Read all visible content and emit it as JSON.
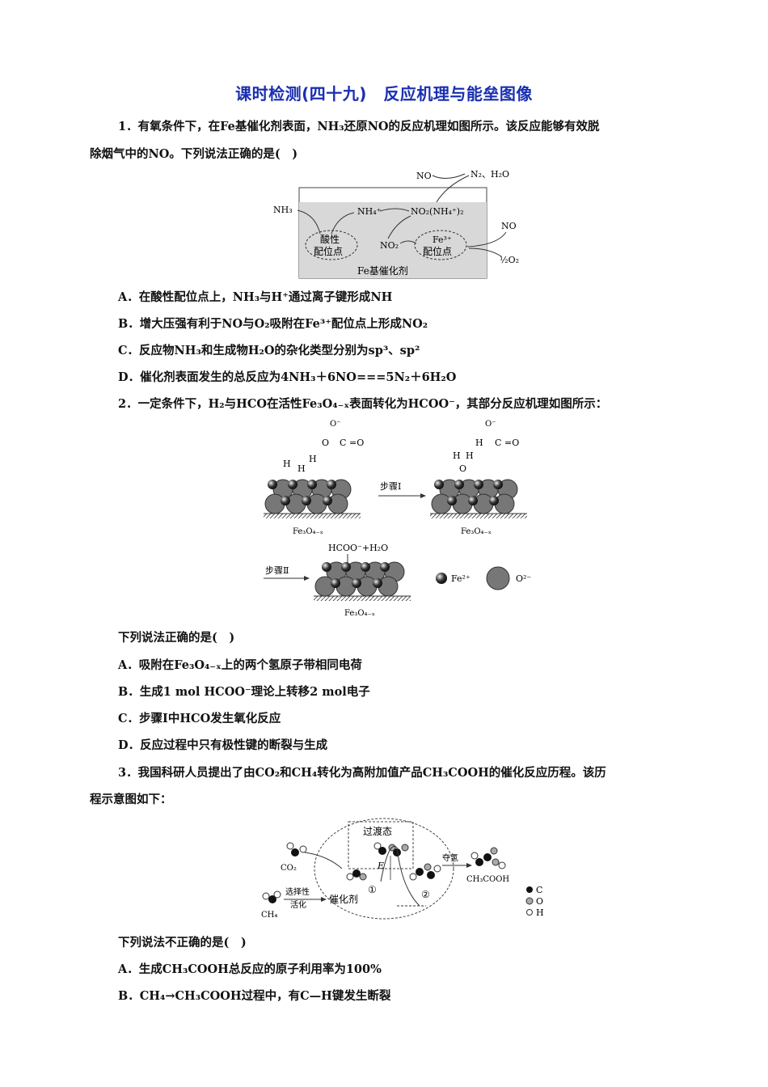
{
  "title": "课时检测(四十九)　反应机理与能垒图像",
  "q1": {
    "stem_line1": "1．有氧条件下，在Fe基催化剂表面，NH₃还原NO的反应机理如图所示。该反应能够有效脱",
    "stem_line2": "除烟气中的NO。下列说法正确的是(　)",
    "options": [
      "A．在酸性配位点上，NH₃与H⁺通过离子键形成NH",
      "B．增大压强有利于NO与O₂吸附在Fe³⁺配位点上形成NO₂",
      "C．反应物NH₃和生成物H₂O的杂化类型分别为sp³、sp²",
      "D．催化剂表面发生的总反应为4NH₃＋6NO===5N₂＋6H₂O"
    ],
    "figure": {
      "no_top": "NO",
      "products": "N₂、H₂O",
      "nh3": "NH₃",
      "nh4": "NH₄⁺",
      "no2_nh4": "NO₂(NH₄⁺)₂",
      "acid_site_1": "酸性",
      "acid_site_2": "配位点",
      "no2": "NO₂",
      "fe_site_1": "Fe³⁺",
      "fe_site_2": "配位点",
      "no_right": "NO",
      "o2_half": "½O₂",
      "catalyst": "Fe基催化剂"
    }
  },
  "q2": {
    "stem": "2．一定条件下，H₂与HCO在活性Fe₃O₄₋ₓ表面转化为HCOO⁻，其部分反应机理如图所示：",
    "question": "下列说法正确的是(　)",
    "options": [
      "A．吸附在Fe₃O₄₋ₓ上的两个氢原子带相同电荷",
      "B．生成1 mol HCOO⁻理论上转移2 mol电子",
      "C．步骤Ⅰ中HCO发生氧化反应",
      "D．反应过程中只有极性键的断裂与生成"
    ],
    "figure": {
      "step1": "步骤Ⅰ",
      "step2": "步骤Ⅱ",
      "surface": "Fe₃O₄₋ₓ",
      "product": "HCOO⁻+H₂O",
      "legend_fe": "Fe²⁺",
      "legend_o": "O²⁻",
      "h": "H",
      "o": "O",
      "c": "C",
      "om": "O⁻",
      "eqo": "=O"
    }
  },
  "q3": {
    "stem_line1": "3．我国科研人员提出了由CO₂和CH₄转化为高附加值产品CH₃COOH的催化反应历程。该历",
    "stem_line2": "程示意图如下：",
    "question": "下列说法不正确的是(　)",
    "options": [
      "A．生成CH₃COOH总反应的原子利用率为100%",
      "B．CH₄→CH₃COOH过程中，有C—H键发生断裂"
    ],
    "figure": {
      "transition": "过渡态",
      "co2": "CO₂",
      "ch4": "CH₄",
      "select_1": "选择性",
      "select_2": "活化",
      "catalyst": "催化剂",
      "step1": "①",
      "step2": "②",
      "e": "E",
      "capture": "夺氢",
      "product": "CH₃COOH",
      "legend_c": "C",
      "legend_o": "O",
      "legend_h": "H"
    }
  }
}
